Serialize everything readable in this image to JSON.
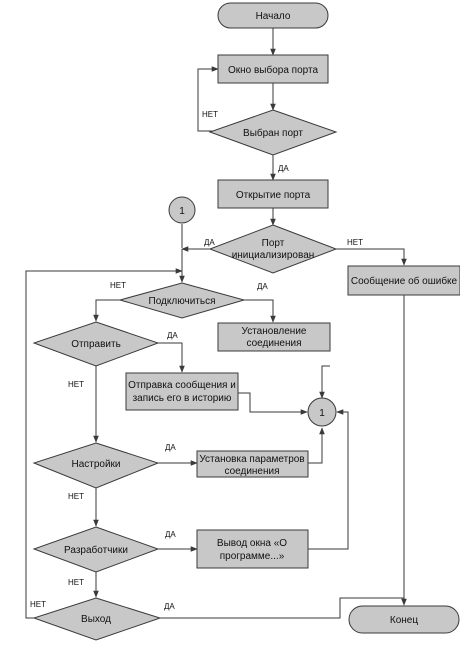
{
  "nodes": {
    "start": "Начало",
    "port_window": "Окно выбора порта",
    "port_chosen": "Выбран порт",
    "open_port": "Открытие порта",
    "port_init_1": "Порт",
    "port_init_2": "инициализирован",
    "error_msg": "Сообщение об ошибке",
    "connect": "Подключиться",
    "establish_1": "Установление",
    "establish_2": "соединения",
    "send": "Отправить",
    "send_msg_1": "Отправка сообщения и",
    "send_msg_2": "запись его в историю",
    "settings": "Настройки",
    "set_params_1": "Установка параметров",
    "set_params_2": "соединения",
    "developers": "Разработчики",
    "about_1": "Вывод окна «О",
    "about_2": "программе...»",
    "exit": "Выход",
    "end": "Конец",
    "connector_top": "1",
    "connector_mid": "1"
  },
  "labels": {
    "no_port": "НЕТ",
    "yes_port": "ДА",
    "yes_init": "ДА",
    "no_init": "НЕТ",
    "no_connect": "НЕТ",
    "yes_connect": "ДА",
    "yes_send": "ДА",
    "no_send": "НЕТ",
    "yes_settings": "ДА",
    "no_settings": "НЕТ",
    "yes_dev": "ДА",
    "no_dev": "НЕТ",
    "no_exit": "НЕТ",
    "yes_exit": "ДА"
  }
}
